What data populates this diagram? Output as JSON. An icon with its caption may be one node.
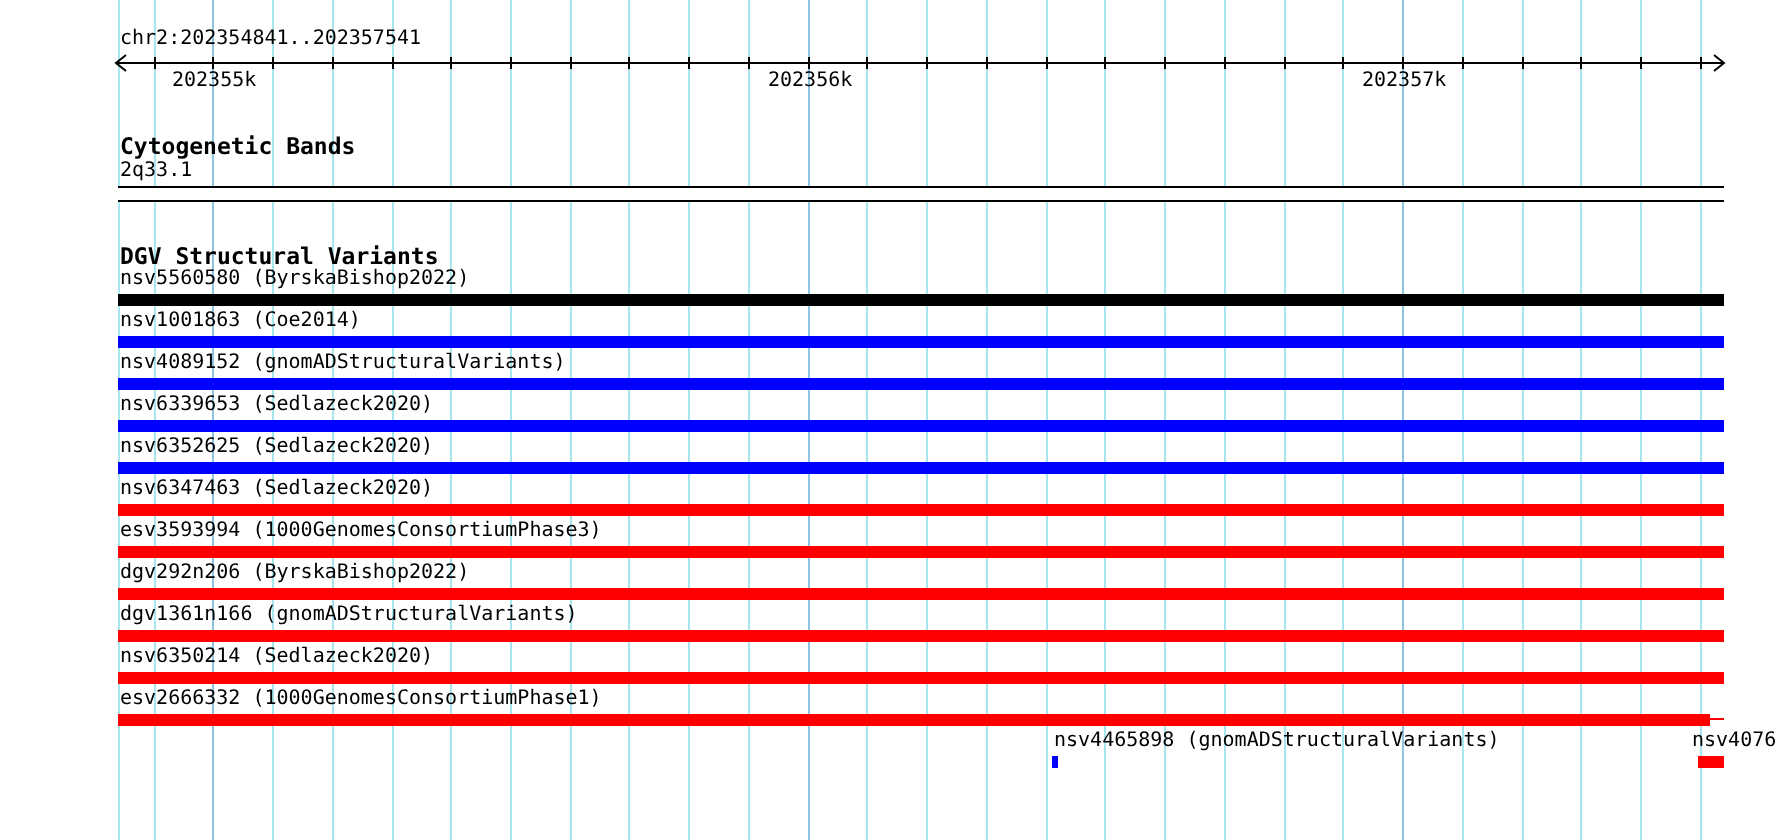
{
  "diagram": {
    "nodes": [
      {
        "text": [
          "2q33.1"
        ]
      },
      {
        "text": [
          "nsv5560580 (ByrskaBishop2022)"
        ]
      },
      {
        "text": [
          "nsv1001863 (Coe2014)"
        ]
      },
      {
        "text": [
          "nsv4089152 (gnomADStructuralVariants)"
        ]
      },
      {
        "text": [
          "nsv6339653 (Sedlazeck2020)"
        ]
      },
      {
        "text": [
          "nsv6352625 (Sedlazeck2020)"
        ]
      },
      {
        "text": [
          "nsv6347463 (Sedlazeck2020)"
        ]
      },
      {
        "text": [
          "esv3593994 (1000GenomesConsortiumPhase3)"
        ]
      },
      {
        "text": [
          "dgv292n206 (ByrskaBishop2022)"
        ]
      },
      {
        "text": [
          "dgv1361n166 (gnomADStructuralVariants)"
        ]
      },
      {
        "text": [
          "nsv6350214 (Sedlazeck2020)"
        ]
      },
      {
        "text": [
          "esv2666332 (1000GenomesConsortiumPhase1)"
        ]
      },
      {
        "text": [
          "nsv4465898 (gnomADStructuralVariants)"
        ]
      },
      {
        "text": [
          "nsv4076"
        ]
      }
    ],
    "labels": [
      "chr2:202354841..202357541",
      "202355k",
      "202356k",
      "202357k",
      "Cytogenetic Bands",
      "DGV Structural Variants"
    ]
  }
}
